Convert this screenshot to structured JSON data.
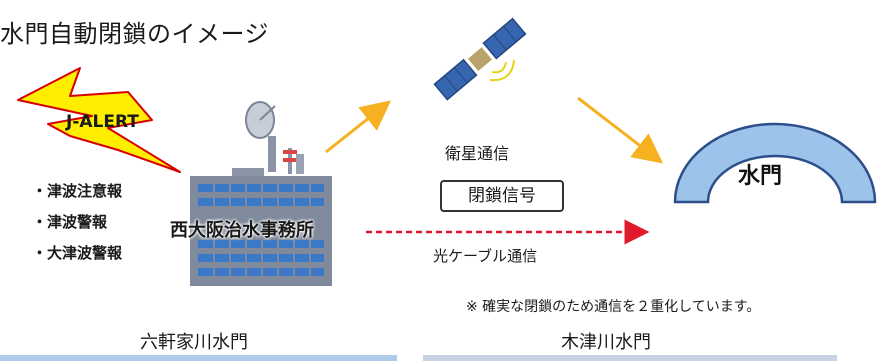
{
  "title": "水門自動閉鎖のイメージ",
  "alert": {
    "label": "J-ALERT"
  },
  "bullets": [
    "・津波注意報",
    "・津波警報",
    "・大津波警報"
  ],
  "office": {
    "label": "西大阪治水事務所"
  },
  "satellite": {
    "label": "衛星通信"
  },
  "signal": {
    "label": "閉鎖信号"
  },
  "fiber": {
    "label": "光ケーブル通信"
  },
  "gate": {
    "label": "水門"
  },
  "note": "※ 確実な閉鎖のため通信を２重化しています。",
  "locations": [
    "六軒家川水門",
    "木津川水門"
  ],
  "colors": {
    "arrow_orange": "#f5b120",
    "dashed_red": "#e0192d",
    "gate_blue": "#9cc3ea",
    "bolt_yellow": "#ffee00",
    "bar_blue": "#aecbeb"
  }
}
